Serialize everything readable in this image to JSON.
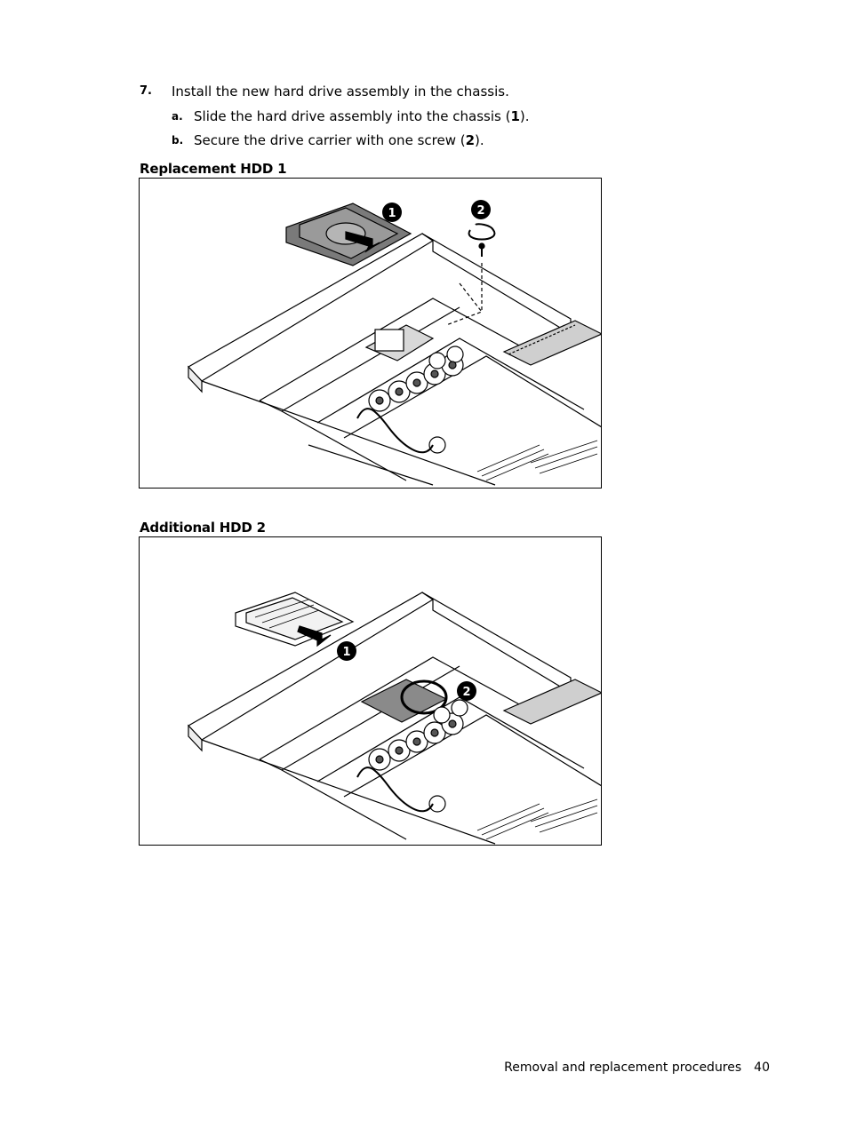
{
  "step": {
    "number": "7.",
    "text": "Install the new hard drive assembly in the chassis.",
    "substeps": [
      {
        "letter": "a.",
        "text_before": "Slide the hard drive assembly into the chassis (",
        "ref": "1",
        "text_after": ")."
      },
      {
        "letter": "b.",
        "text_before": "Secure the drive carrier with one screw (",
        "ref": "2",
        "text_after": ")."
      }
    ]
  },
  "figures": [
    {
      "label": "Replacement HDD 1",
      "callouts": [
        "1",
        "2"
      ]
    },
    {
      "label": "Additional HDD 2",
      "callouts": [
        "1",
        "2"
      ]
    }
  ],
  "footer": {
    "section": "Removal and replacement procedures",
    "page": "40"
  }
}
